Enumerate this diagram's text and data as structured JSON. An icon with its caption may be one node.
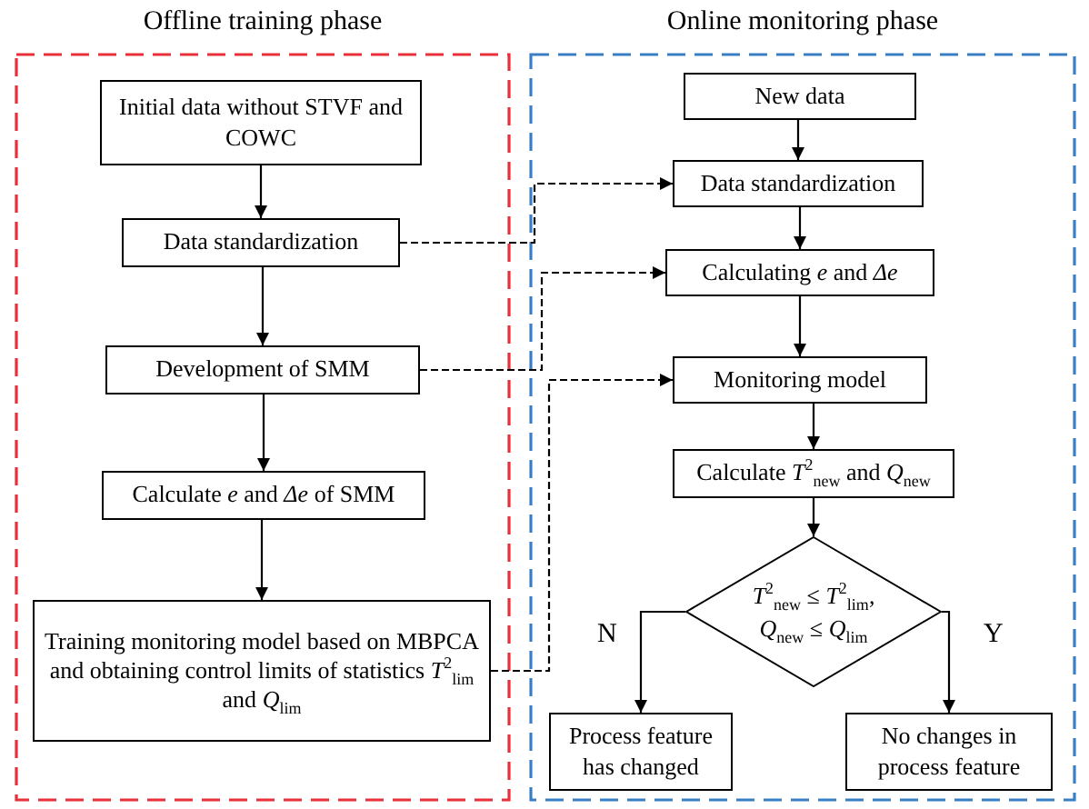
{
  "diagram": {
    "nodes": [
      {
        "text": [
          "Offline training phase"
        ]
      },
      {
        "text": [
          "Online monitoring phase"
        ]
      },
      {
        "text": [
          "Initial data without STVF and COWC"
        ],
        "in": 0
      },
      {
        "text": [
          "Data standardization"
        ],
        "in": 0
      },
      {
        "text": [
          "Development of SMM"
        ],
        "in": 0
      },
      {
        "text": [
          "Calculate *e* and *Δe* of SMM"
        ],
        "in": 0
      },
      {
        "text": [
          "Training monitoring model based on MBPCA and obtaining control limits of statistics *T*$^{2}$$_{lim}$ and *Q*$_{lim}$"
        ],
        "in": 0
      },
      {
        "text": [
          "New data"
        ],
        "in": 1
      },
      {
        "text": [
          "Data standardization"
        ],
        "in": 1
      },
      {
        "text": [
          "Calculating *e* and *Δe*"
        ],
        "in": 1
      },
      {
        "text": [
          "Monitoring model"
        ],
        "in": 1
      },
      {
        "text": [
          "Calculate *T*$^{2}$$_{new}$ and *Q*$_{new}$"
        ],
        "in": 1
      },
      {
        "text": [
          "*T*$^{2}$$_{new}$ ≤ *T*$^{2}$$_{lim}$,",
          "*Q*$_{new}$ ≤ *Q*$_{lim}$"
        ],
        "in": 1
      },
      {
        "text": [
          "Process feature has changed"
        ],
        "in": 1
      },
      {
        "text": [
          "No changes in process feature"
        ],
        "in": 1
      }
    ],
    "edges": [
      {
        "from": 2,
        "to": 3,
        "arrow": "to"
      },
      {
        "from": 3,
        "to": 4,
        "arrow": "to"
      },
      {
        "from": 4,
        "to": 5,
        "arrow": "to"
      },
      {
        "from": 5,
        "to": 6,
        "arrow": "to"
      },
      {
        "from": 7,
        "to": 8,
        "arrow": "to"
      },
      {
        "from": 8,
        "to": 9,
        "arrow": "to"
      },
      {
        "from": 9,
        "to": 10,
        "arrow": "to"
      },
      {
        "from": 10,
        "to": 11,
        "arrow": "to"
      },
      {
        "from": 11,
        "to": 12,
        "arrow": "to"
      },
      {
        "from": 12,
        "to": 13,
        "arrow": "to",
        "label": "N"
      },
      {
        "from": 12,
        "to": 14,
        "arrow": "to",
        "label": "Y"
      },
      {
        "from": 3,
        "to": 8,
        "arrow": "to",
        "style": "dashed"
      },
      {
        "from": 4,
        "to": 9,
        "arrow": "to",
        "style": "dashed"
      },
      {
        "from": 6,
        "to": 10,
        "arrow": "to",
        "style": "dashed"
      }
    ]
  }
}
